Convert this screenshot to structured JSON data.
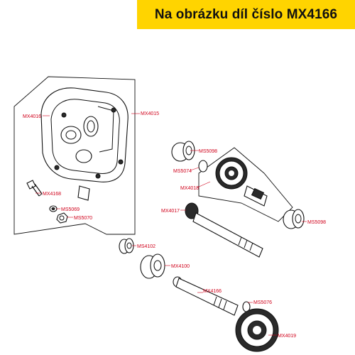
{
  "banner": {
    "text": "Na obrázku díl číslo MX4166",
    "color": "#ffd400"
  },
  "accent_color": "#d0001a",
  "labels": {
    "mx4016": "MX4016",
    "mx4015": "MX4015",
    "ms5098_top": "MS5098",
    "ms5074": "MS5074",
    "mx4018": "MX4018",
    "mx4168": "MX4168",
    "ms5069": "MS5069",
    "ms5070": "MS5070",
    "mx4017": "MX4017",
    "ms5098_right": "MS5098",
    "ms4102": "MS4102",
    "mx4100": "MX4100",
    "mx4166": "MX4166",
    "ms5076": "MS5076",
    "mx4019": "MX4019"
  }
}
